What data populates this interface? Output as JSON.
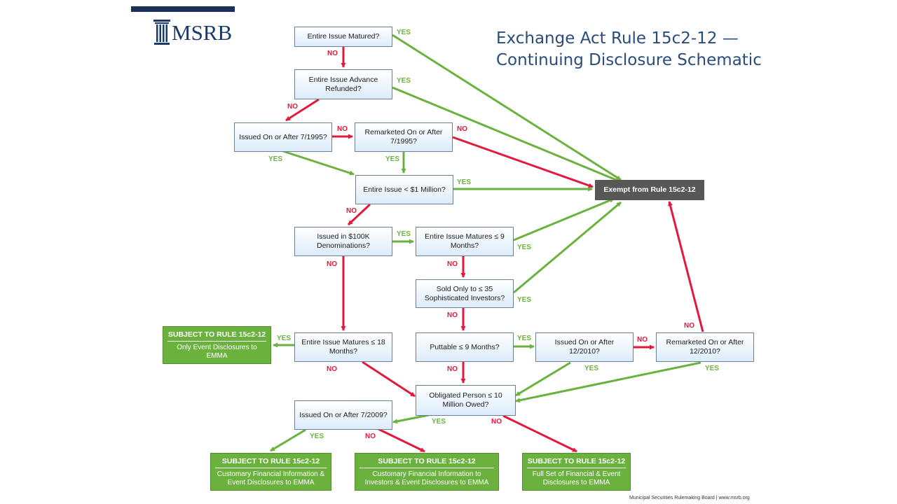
{
  "colors": {
    "yes": "#6ab23d",
    "no": "#e2183c",
    "brand": "#1b3a6b",
    "title": "#2a4c7a",
    "exempt": "#575757"
  },
  "logo": {
    "text": "MSRB",
    "icon": "column-icon"
  },
  "title": {
    "line1": "Exchange Act Rule 15c2-12 —",
    "line2": "Continuing Disclosure Schematic"
  },
  "nodes": {
    "matured": "Entire Issue Matured?",
    "refunded": "Entire Issue Advance Refunded?",
    "issued_1995": "Issued On or After 7/1995?",
    "remarketed_1995": "Remarketed On or After 7/1995?",
    "under_1m": "Entire Issue < $1 Million?",
    "denominations": "Issued in $100K Denominations?",
    "matures_9m": "Entire Issue Matures ≤ 9 Months?",
    "sophisticated": "Sold Only to ≤ 35 Sophisticated Investors?",
    "matures_18m": "Entire Issue Matures ≤ 18 Months?",
    "puttable": "Puttable ≤ 9 Months?",
    "issued_2010": "Issued On or After 12/2010?",
    "remarketed_2010": "Remarketed On or After 12/2010?",
    "obligated": "Obligated Person ≤ 10 Million Owed?",
    "issued_2009": "Issued On or After 7/2009?",
    "exempt": "Exempt from Rule 15c2-12"
  },
  "outcomes": {
    "event_only": {
      "heading": "SUBJECT TO RULE 15c2-12",
      "body": "Only Event Disclosures to EMMA"
    },
    "customary_emma": {
      "heading": "SUBJECT TO RULE 15c2-12",
      "body": "Customary Financial Information & Event Disclosures to EMMA"
    },
    "customary_investors": {
      "heading": "SUBJECT TO RULE 15c2-12",
      "body": "Customary Financial Information to Investors & Event Disclosures to EMMA"
    },
    "full_set": {
      "heading": "SUBJECT TO RULE 15c2-12",
      "body": "Full Set of Financial & Event Disclosures to EMMA"
    }
  },
  "labels": {
    "yes": "YES",
    "no": "NO"
  },
  "footer": "Municipal Securities Rulemaking Board  |  www.msrb.org"
}
